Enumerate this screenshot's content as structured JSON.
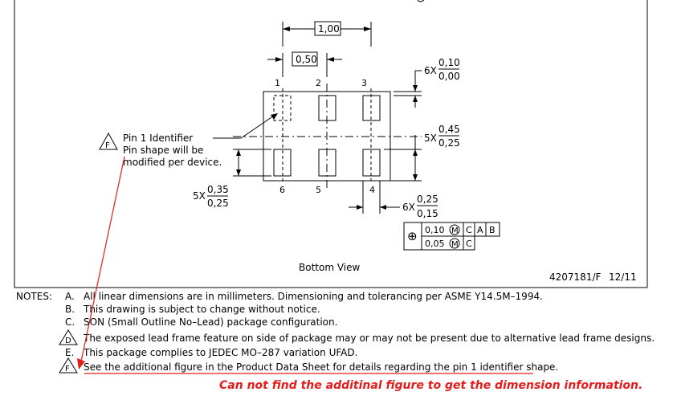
{
  "drawing": {
    "dim_pitch_total": "1,00",
    "dim_pitch": "0,50",
    "dim_top_gap": {
      "mult": "6X",
      "num": "0,10",
      "den": "0,00"
    },
    "dim_pad_len": {
      "mult": "5X",
      "num": "0,45",
      "den": "0,25"
    },
    "dim_pad_len_left": {
      "mult": "5X",
      "num": "0,35",
      "den": "0,25"
    },
    "dim_pad_width": {
      "mult": "6X",
      "num": "0,25",
      "den": "0,15"
    },
    "pin_labels_top": [
      "1",
      "2",
      "3"
    ],
    "pin_labels_bottom": [
      "6",
      "5",
      "4"
    ],
    "pin1_note_marker": "F",
    "pin1_note_lines": [
      "Pin 1 Identifier",
      "Pin shape will be",
      "modified per device."
    ],
    "fcf": {
      "symbol": "⊕",
      "row1": {
        "tol": "0,10",
        "mod": "M",
        "refs": [
          "C",
          "A",
          "B"
        ]
      },
      "row2": {
        "tol": "0,05",
        "mod": "M",
        "refs": [
          "C"
        ]
      }
    },
    "view_label": "Bottom View",
    "doc_id": "4207181/F",
    "doc_date": "12/11"
  },
  "notes": {
    "heading": "NOTES:",
    "items": [
      {
        "letter": "A.",
        "text": "All linear dimensions are in millimeters.  Dimensioning and tolerancing per ASME Y14.5M–1994.",
        "flag": false
      },
      {
        "letter": "B.",
        "text": "This drawing is subject to change without notice.",
        "flag": false
      },
      {
        "letter": "C.",
        "text": "SON (Small Outline No–Lead) package configuration.",
        "flag": false
      },
      {
        "letter": "D",
        "text": "The exposed lead frame feature on side of package may or may not be present due to alternative lead frame designs.",
        "flag": true
      },
      {
        "letter": "E.",
        "text": "This package complies to JEDEC MO–287 variation UFAD.",
        "flag": false
      },
      {
        "letter": "F",
        "text": "See the additional figure in the Product Data Sheet for details regarding the pin 1 identifier shape.",
        "flag": true
      }
    ]
  },
  "annotation": {
    "text": "Can not find the additinal figure to get the dimension information.",
    "color": "#e31b1b"
  }
}
